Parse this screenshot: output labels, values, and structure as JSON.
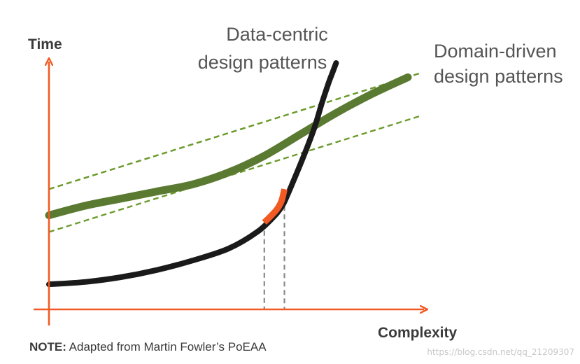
{
  "chart_data": {
    "type": "line",
    "title": "",
    "ylabel": "Time",
    "xlabel": "Complexity",
    "xlim": [
      0,
      100
    ],
    "ylim": [
      0,
      100
    ],
    "grid": false,
    "series": [
      {
        "name": "Data-centric design patterns",
        "color": "#1a1a1a",
        "x": [
          0,
          10,
          20,
          30,
          40,
          50,
          58,
          63,
          65,
          66,
          68,
          71,
          74,
          76,
          78,
          79,
          80
        ],
        "y": [
          7,
          8,
          10,
          13,
          17,
          22,
          29,
          36,
          40,
          43,
          50,
          61,
          73,
          83,
          92,
          96,
          100
        ]
      },
      {
        "name": "Domain-driven design patterns",
        "color": "#5a7a32",
        "x": [
          0,
          10,
          20,
          30,
          40,
          50,
          60,
          70,
          80,
          90,
          100
        ],
        "y": [
          36,
          40,
          43,
          46,
          49,
          54,
          61,
          70,
          79,
          87,
          94
        ]
      }
    ],
    "band": {
      "color": "#6b9a2a",
      "upper": {
        "x": [
          0,
          104
        ],
        "y": [
          47,
          96
        ]
      },
      "lower": {
        "x": [
          0,
          104
        ],
        "y": [
          29,
          78
        ]
      }
    },
    "highlight": {
      "color": "#f15a22",
      "x": [
        60,
        62,
        63.5,
        64.5,
        65,
        65.6
      ],
      "y": [
        33,
        36,
        38.5,
        41,
        43,
        47
      ]
    },
    "markers": [
      {
        "x": 60,
        "y": 33
      },
      {
        "x": 65.6,
        "y": 47
      }
    ],
    "axis_color": "#f15a22"
  },
  "labels": {
    "data_centric": [
      "Data-centric",
      "design patterns"
    ],
    "domain_driven": [
      "Domain-driven",
      "design patterns"
    ]
  },
  "note": {
    "prefix": "NOTE:",
    "text": " Adapted from Martin Fowler’s PoEAA"
  },
  "watermark": "https://blog.csdn.net/qq_21209307"
}
